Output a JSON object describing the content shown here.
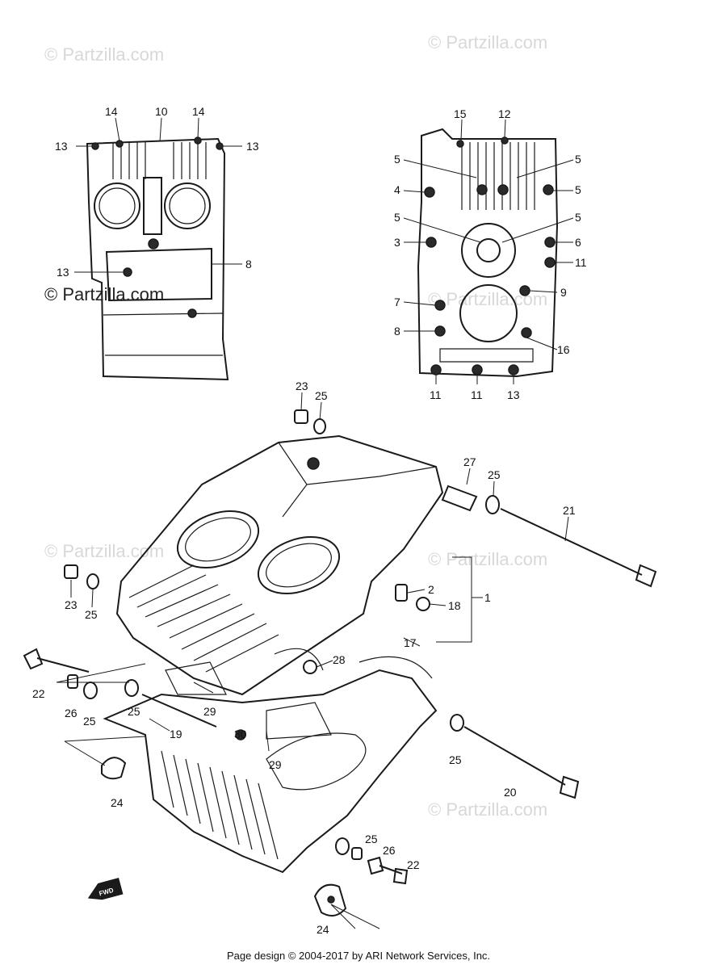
{
  "watermarks": [
    "© Partzilla.com",
    "© Partzilla.com",
    "© Partzilla.com",
    "© Partzilla.com",
    "© Partzilla.com",
    "© Partzilla.com",
    "© Partzilla.com"
  ],
  "callouts": {
    "top_left": [
      "14",
      "10",
      "14",
      "13",
      "13",
      "13",
      "8"
    ],
    "top_right": [
      "15",
      "12",
      "5",
      "5",
      "4",
      "5",
      "5",
      "5",
      "3",
      "6",
      "11",
      "9",
      "7",
      "8",
      "16",
      "11",
      "11",
      "13"
    ],
    "main": [
      "23",
      "25",
      "27",
      "25",
      "21",
      "23",
      "25",
      "2",
      "18",
      "1",
      "17",
      "28",
      "22",
      "26",
      "25",
      "25",
      "29",
      "19",
      "30",
      "29",
      "24",
      "25",
      "20",
      "25",
      "26",
      "22",
      "24"
    ]
  },
  "fwd_label": "FWD",
  "footer": "Page design © 2004-2017 by ARI Network Services, Inc."
}
